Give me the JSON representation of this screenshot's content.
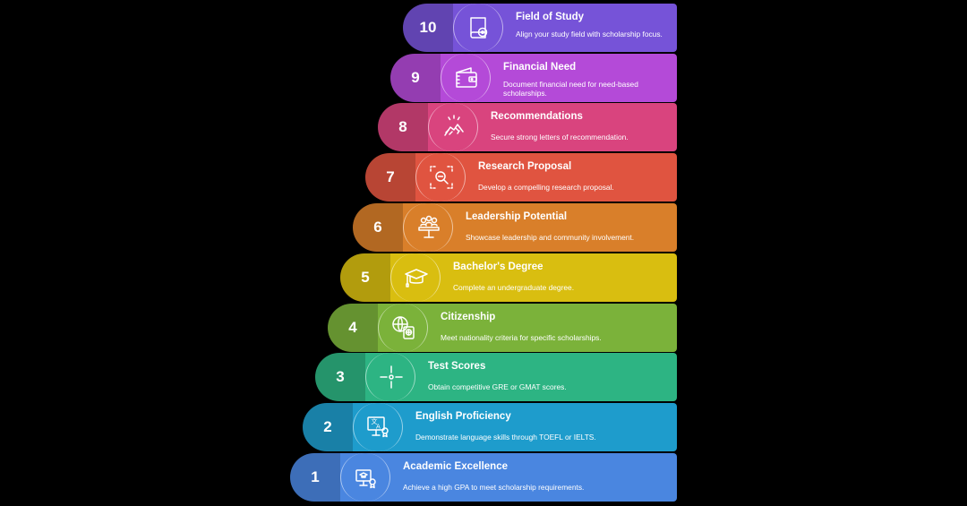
{
  "steps": [
    {
      "number": "1",
      "title": "Academic Excellence",
      "description": "Achieve a high GPA to meet scholarship requirements.",
      "icon": "graduate-certificate-icon",
      "color": "#4a86e0"
    },
    {
      "number": "2",
      "title": "English Proficiency",
      "description": "Demonstrate language skills through TOEFL or IELTS.",
      "icon": "language-certificate-icon",
      "color": "#1e9ccc"
    },
    {
      "number": "3",
      "title": "Test Scores",
      "description": "Obtain competitive GRE or GMAT scores.",
      "icon": "crosshair-icon",
      "color": "#2db483"
    },
    {
      "number": "4",
      "title": "Citizenship",
      "description": "Meet nationality criteria for specific scholarships.",
      "icon": "globe-passport-icon",
      "color": "#7bb23a"
    },
    {
      "number": "5",
      "title": "Bachelor's Degree",
      "description": "Complete an undergraduate degree.",
      "icon": "graduation-cap-icon",
      "color": "#d9be10"
    },
    {
      "number": "6",
      "title": "Leadership Potential",
      "description": "Showcase leadership and community involvement.",
      "icon": "leadership-group-icon",
      "color": "#d97f2a"
    },
    {
      "number": "7",
      "title": "Research Proposal",
      "description": "Develop a compelling research proposal.",
      "icon": "magnifier-focus-icon",
      "color": "#e05440"
    },
    {
      "number": "8",
      "title": "Recommendations",
      "description": "Secure strong letters of recommendation.",
      "icon": "handshake-icon",
      "color": "#d9447e"
    },
    {
      "number": "9",
      "title": "Financial Need",
      "description": "Document financial need for need-based scholarships.",
      "icon": "wallet-icon",
      "color": "#b44ad8"
    },
    {
      "number": "10",
      "title": "Field of Study",
      "description": "Align your study field with scholarship focus.",
      "icon": "book-disc-icon",
      "color": "#7653d8"
    }
  ]
}
